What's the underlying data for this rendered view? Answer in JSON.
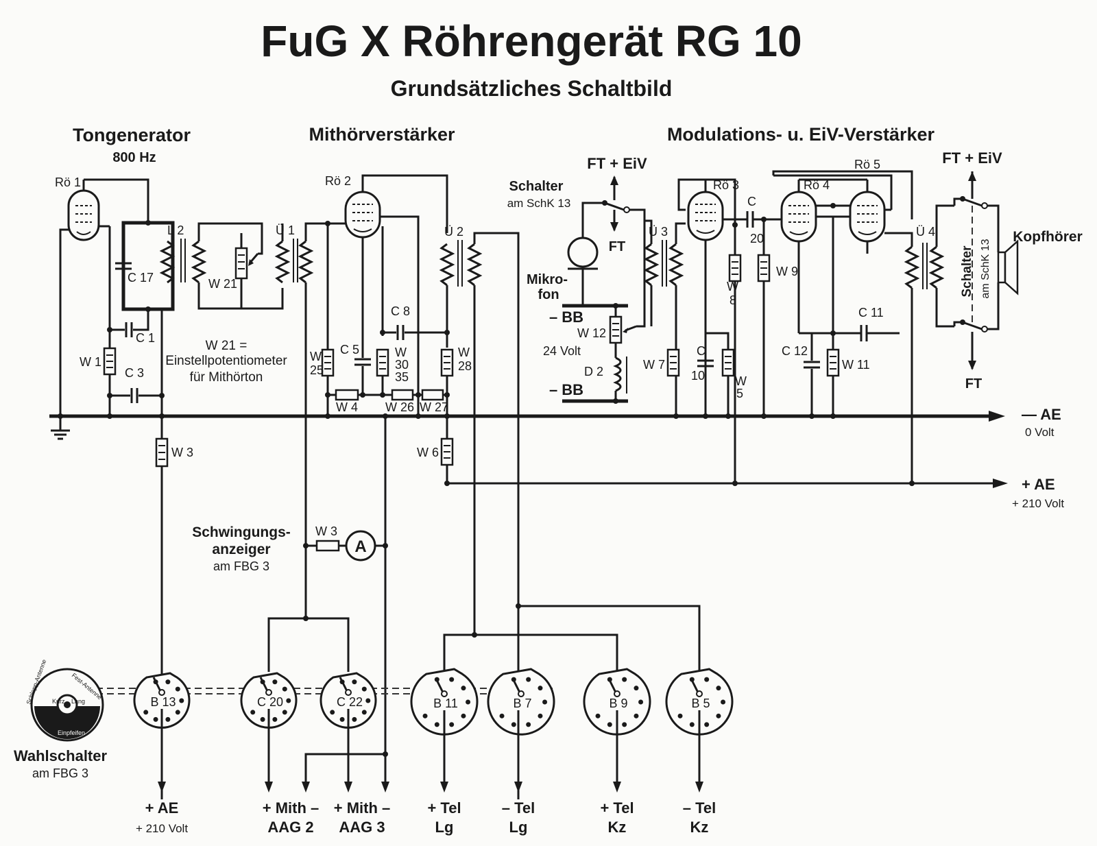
{
  "title": "FuG X Röhrengerät RG 10",
  "subtitle": "Grundsätzliches Schaltbild",
  "sections": {
    "tongen": "Tongenerator",
    "tongen_freq": "800 Hz",
    "mithoer": "Mithörverstärker",
    "modulation": "Modulations- u. EiV-Verstärker"
  },
  "tubes": {
    "ro1": "Rö 1",
    "ro2": "Rö 2",
    "ro3": "Rö 3",
    "ro4": "Rö 4",
    "ro5": "Rö 5"
  },
  "components": {
    "l2": "L 2",
    "c17": "C 17",
    "c1": "C 1",
    "w1": "W 1",
    "c3": "C 3",
    "w21": "W 21",
    "u1": "Ü 1",
    "w3a": "W 3",
    "u2": "Ü 2",
    "c8": "C 8",
    "c5": "C 5",
    "w25a": "W",
    "w25b": "25",
    "w30a": "W",
    "w30b": "30",
    "w30c": "35",
    "w28a": "W",
    "w28b": "28",
    "w4": "W 4",
    "w26": "W 26",
    "w27": "W 27",
    "w6": "W 6",
    "u3": "Ü 3",
    "c20a": "C",
    "c20b": "20",
    "w8a": "W",
    "w8b": "8",
    "w9": "W 9",
    "w7": "W 7",
    "c10a": "C",
    "c10b": "10",
    "w5a": "W",
    "w5b": "5",
    "c11": "C 11",
    "c12": "C 12",
    "w11": "W 11",
    "u4": "Ü 4",
    "w12": "W 12",
    "d2": "D 2",
    "w3b": "W 3",
    "meter": "A"
  },
  "notes": {
    "w21_line1": "W 21 =",
    "w21_line2": "Einstellpotentiometer",
    "w21_line3": "für Mithörton",
    "schalter1_title": "Schalter",
    "schalter1_sub": "am SchK 13",
    "ft_eiv_1": "FT + EiV",
    "ft_1": "FT",
    "mikrofon_1": "Mikro-",
    "mikrofon_2": "fon",
    "bb1": "– BB",
    "bb2": "– BB",
    "volt24": "24 Volt",
    "ft_eiv_2": "FT + EiV",
    "ft_2": "FT",
    "schalter2_title": "Schalter",
    "schalter2_sub": "am SchK 13",
    "kopfhoerer": "Kopfhörer",
    "ae_minus": "— AE",
    "ae_minus_v": "0 Volt",
    "ae_plus": "+ AE",
    "ae_plus_v": "+ 210 Volt",
    "schwing_1": "Schwingungs-",
    "schwing_2": "anzeiger",
    "schwing_3": "am FBG 3",
    "wahl_1": "Wahlschalter",
    "wahl_2": "am FBG 3"
  },
  "dial": {
    "schlepp": "Schlepp-Antenne",
    "fest": "Fest-Antenne",
    "kurz": "Kurz",
    "lang": "Lang",
    "einpfeifen": "Einpfeifen"
  },
  "sockets": [
    "B 13",
    "C 20",
    "C 22",
    "B 11",
    "B 7",
    "B 9",
    "B 5"
  ],
  "terminals": [
    {
      "top": "+ AE",
      "bottom": "+ 210 Volt"
    },
    {
      "top": "+ Mith –",
      "bottom": "AAG 2"
    },
    {
      "top": "+ Mith –",
      "bottom": "AAG 3"
    },
    {
      "top": "+ Tel",
      "bottom": "Lg"
    },
    {
      "top": "– Tel",
      "bottom": "Lg"
    },
    {
      "top": "+ Tel",
      "bottom": "Kz"
    },
    {
      "top": "– Tel",
      "bottom": "Kz"
    }
  ]
}
